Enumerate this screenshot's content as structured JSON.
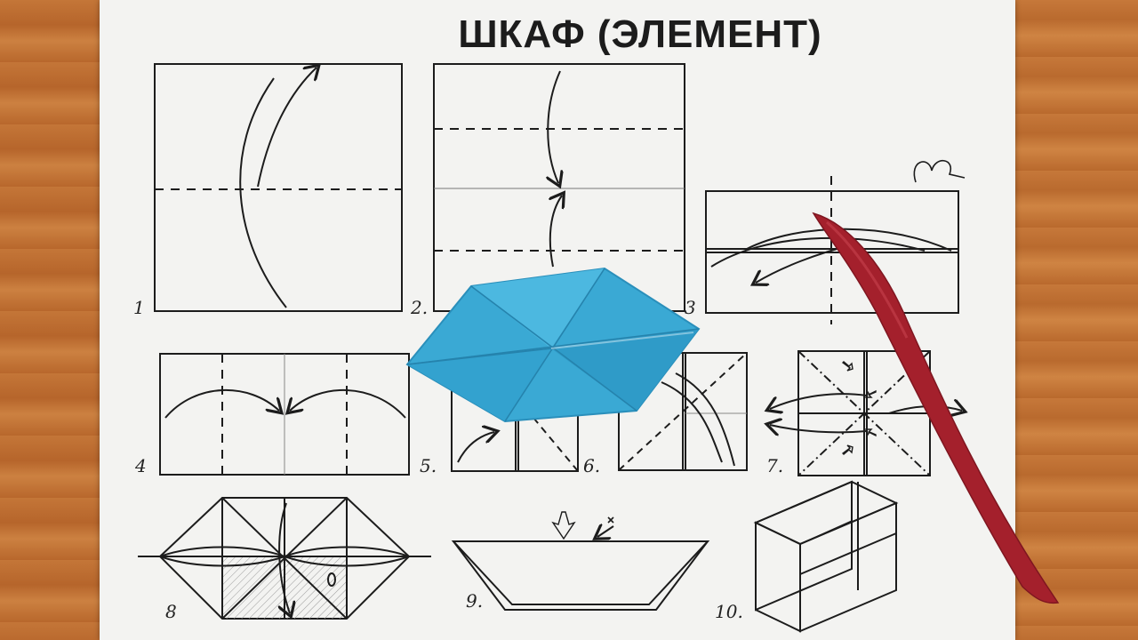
{
  "title": "ШКАФ (ЭЛЕМЕНТ)",
  "step_numbers": [
    "1",
    "2.",
    "3",
    "4",
    "5.",
    "6.",
    "7.",
    "8",
    "9.",
    "10."
  ],
  "colors": {
    "paper": "#f3f3f1",
    "ink": "#1c1c1c",
    "origami_blue": "#3aa9d4",
    "tool_red": "#a4202c",
    "wood": "#c07034"
  }
}
